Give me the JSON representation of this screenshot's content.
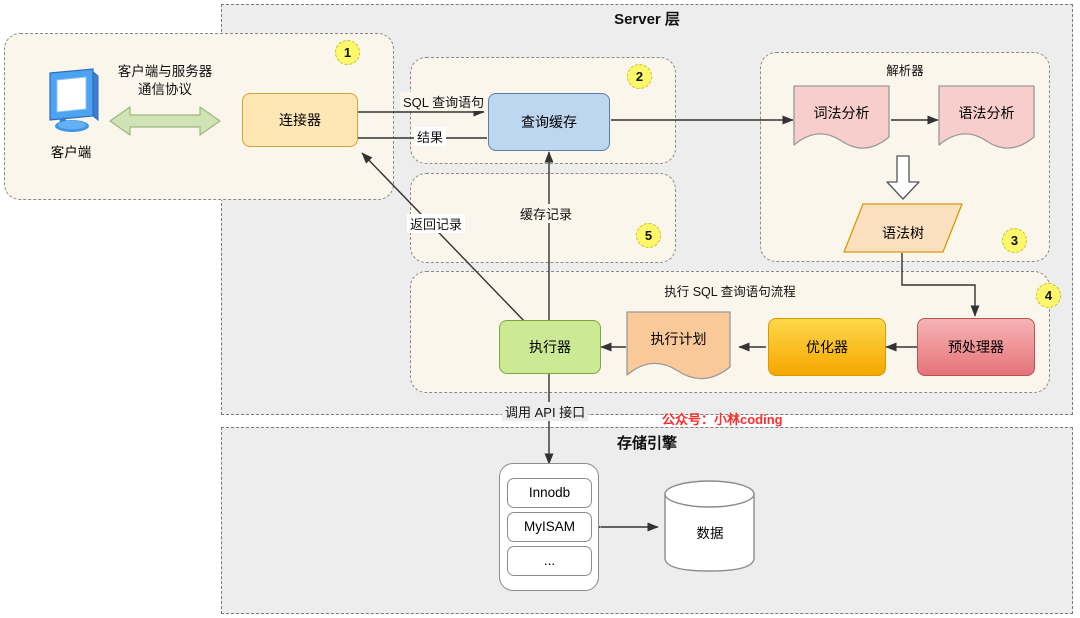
{
  "regions": {
    "server": {
      "title": "Server 层"
    },
    "storage": {
      "title": "存储引擎"
    }
  },
  "groups": {
    "client": {
      "title": ""
    },
    "cache": {
      "title": ""
    },
    "cache_record": {
      "title": ""
    },
    "parser": {
      "title": "解析器"
    },
    "execflow": {
      "title": "执行 SQL 查询语句流程"
    }
  },
  "badges": [
    {
      "num": "1"
    },
    {
      "num": "2"
    },
    {
      "num": "3"
    },
    {
      "num": "4"
    },
    {
      "num": "5"
    }
  ],
  "nodes": {
    "client": {
      "label": "客户端"
    },
    "connector": {
      "label": "连接器"
    },
    "query_cache": {
      "label": "查询缓存"
    },
    "lexical": {
      "label": "词法分析"
    },
    "syntax": {
      "label": "语法分析"
    },
    "syntax_tree": {
      "label": "语法树"
    },
    "preprocessor": {
      "label": "预处理器"
    },
    "optimizer": {
      "label": "优化器"
    },
    "exec_plan": {
      "label": "执行计划"
    },
    "executor": {
      "label": "执行器"
    },
    "engine_innodb": {
      "label": "Innodb"
    },
    "engine_myisam": {
      "label": "MyISAM"
    },
    "engine_more": {
      "label": "..."
    },
    "data_cylinder": {
      "label": "数据"
    }
  },
  "edge_labels": {
    "protocol": "客户端与服务器\n通信协议",
    "protocol_line1": "客户端与服务器",
    "protocol_line2": "通信协议",
    "sql_query": "SQL 查询语句",
    "result": "结果",
    "cache_record": "缓存记录",
    "return_record": "返回记录",
    "call_api": "调用 API 接口"
  },
  "watermark": {
    "text": "公众号：小林coding"
  },
  "colors": {
    "region_bg": "#ededed",
    "group_bg": "#faf6ec",
    "connector": "#ffe7b3",
    "query_cache": "#bdd7f0",
    "executor": "#ccea94",
    "optimizer": "#f5a700",
    "preprocessor": "#e4747a",
    "document_pink": "#f8cecc",
    "syntax_tree": "#fce0c0",
    "exec_plan": "#fac99a",
    "badge": "#fdf86b",
    "protocol_arrow": "#cfe3b4",
    "watermark": "#ff2d2d"
  }
}
